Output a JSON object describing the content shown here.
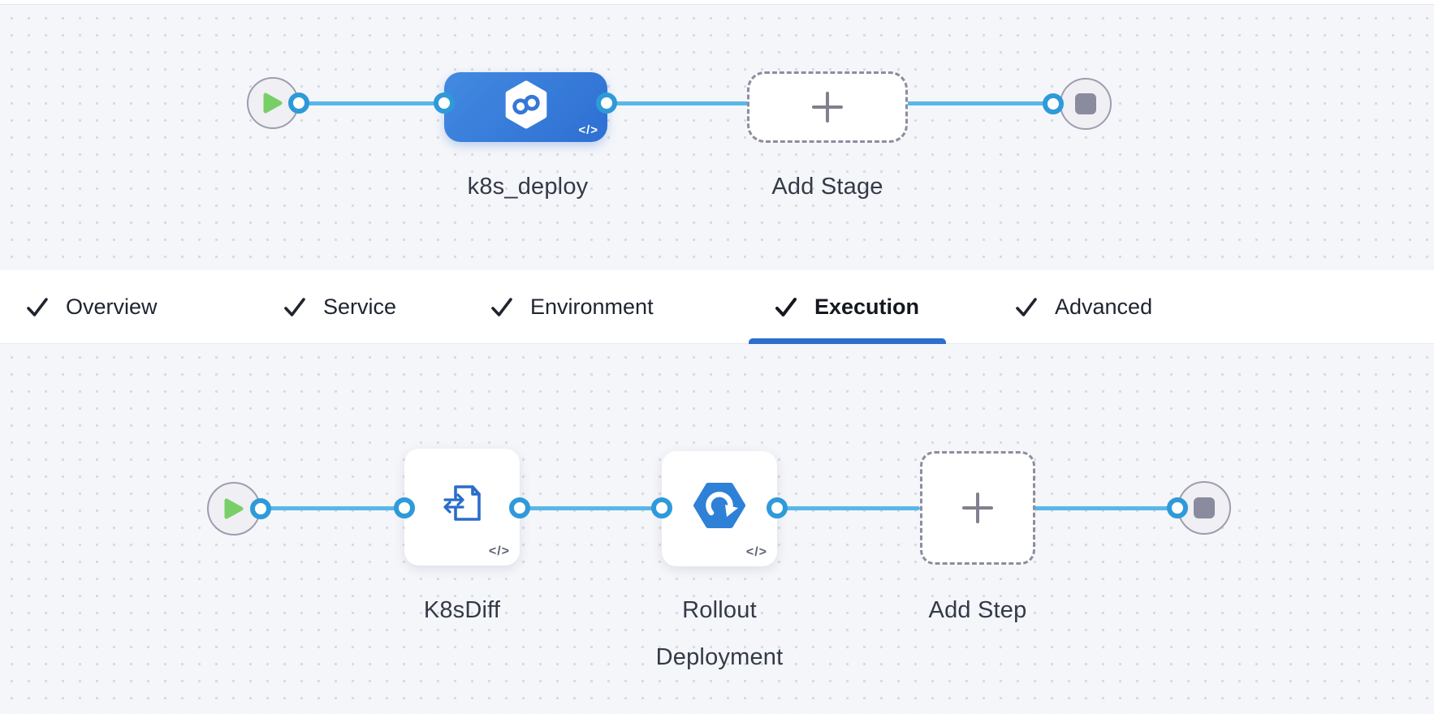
{
  "stage_pipeline": {
    "stage_label": "k8s_deploy",
    "stage_icon": "harness-deploy-hexagon-infinity",
    "add_stage_label": "Add Stage",
    "code_glyph": "</>"
  },
  "tabs": [
    {
      "label": "Overview",
      "checked": true,
      "active": false
    },
    {
      "label": "Service",
      "checked": true,
      "active": false
    },
    {
      "label": "Environment",
      "checked": true,
      "active": false
    },
    {
      "label": "Execution",
      "checked": true,
      "active": true
    },
    {
      "label": "Advanced",
      "checked": true,
      "active": false
    }
  ],
  "execution_pipeline": {
    "steps": [
      {
        "label": "K8sDiff",
        "icon": "k8s-diff-document-swap",
        "code_glyph": "</>"
      },
      {
        "label": "Rollout Deployment",
        "icon": "rollout-hexagon-refresh",
        "code_glyph": "</>"
      }
    ],
    "add_step_label": "Add Step"
  },
  "colors": {
    "canvas_bg": "#f5f6fa",
    "edge_blue": "#59b6e8",
    "port_blue": "#2f9ad9",
    "stage_blue": "#2e6fd2",
    "active_tab_underline": "#2e6ece",
    "play_green": "#79cf67",
    "stop_gray": "#8b8b9e",
    "label_text": "#333a47"
  }
}
